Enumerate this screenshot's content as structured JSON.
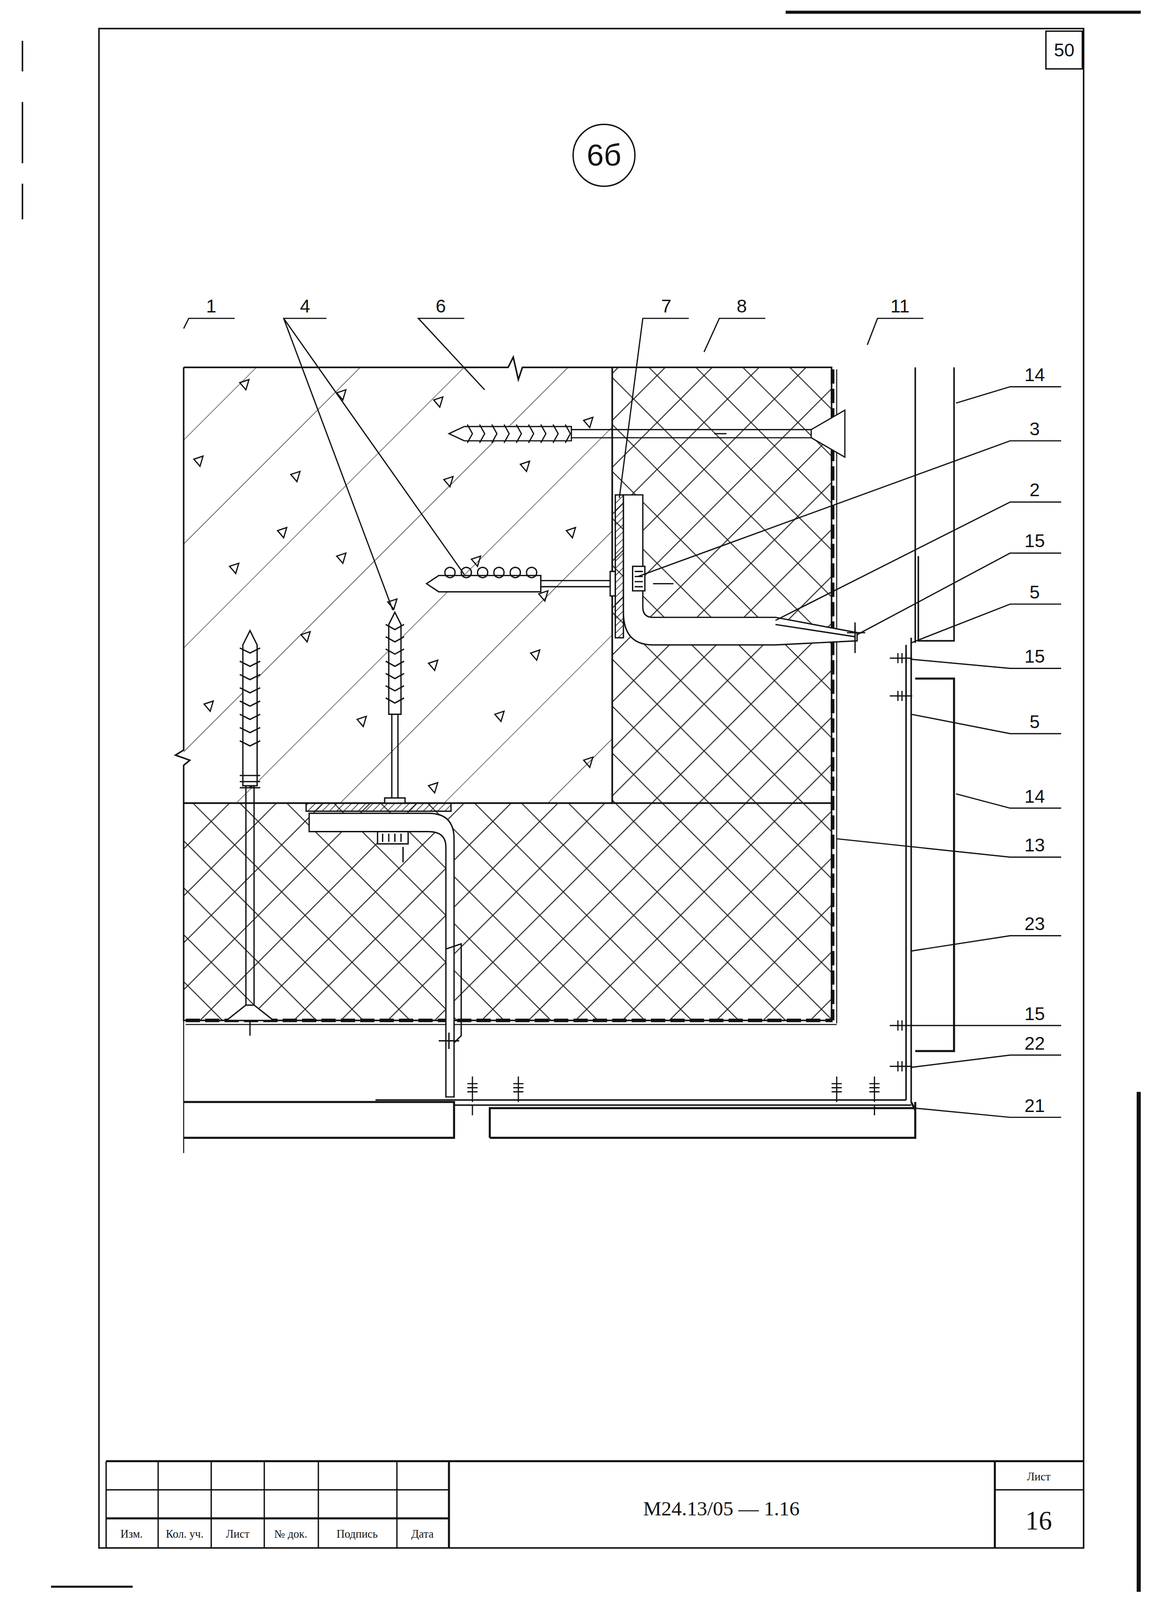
{
  "diagram": {
    "nodes": [
      {
        "text": [
          "6б"
        ]
      },
      {
        "text": [
          "50"
        ]
      }
    ],
    "labels": [
      "1",
      "4",
      "6",
      "7",
      "8",
      "11",
      "14",
      "3",
      "2",
      "15",
      "5",
      "15",
      "5",
      "14",
      "13",
      "23",
      "15",
      "22",
      "21",
      "Изм.",
      "Кол. уч.",
      "Лист",
      "№ док.",
      "Подпись",
      "Дата",
      "М24.13/05 — 1.16",
      "Лист",
      "16"
    ]
  }
}
